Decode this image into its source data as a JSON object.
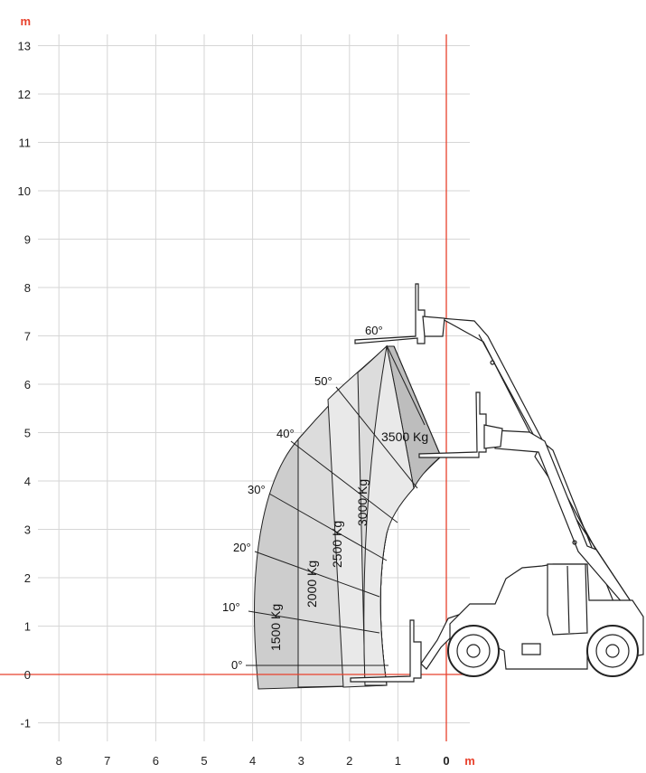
{
  "colors": {
    "accent": "#e8412c",
    "grid": "#d6d6d6",
    "zone_outer": "#cdcdcd",
    "zone_mid": "#dcdcdc",
    "zone_inner": "#e9e9e9",
    "zone_top": "#bdbdbd",
    "line": "#222222"
  },
  "axes": {
    "y_unit": "m",
    "x_unit": "m",
    "y_ticks": [
      "13",
      "12",
      "11",
      "10",
      "9",
      "8",
      "7",
      "6",
      "5",
      "4",
      "3",
      "2",
      "1",
      "0",
      "-1"
    ],
    "x_ticks": [
      "8",
      "7",
      "6",
      "5",
      "4",
      "3",
      "2",
      "1",
      "0"
    ]
  },
  "angles": [
    "0°",
    "10°",
    "20°",
    "30°",
    "40°",
    "50°",
    "60°"
  ],
  "loads": [
    "1500 Kg",
    "2000 Kg",
    "2500 Kg",
    "3000 Kg",
    "3500 Kg"
  ],
  "chart_data": {
    "type": "load-chart",
    "axis_units": {
      "x": "m",
      "y": "m"
    },
    "x_range": [
      8,
      0
    ],
    "y_range": [
      -1,
      13
    ],
    "boom_angles_deg": [
      0,
      10,
      20,
      30,
      40,
      50,
      60
    ],
    "load_zones_kg": [
      1500,
      2000,
      2500,
      3000,
      3500
    ]
  }
}
